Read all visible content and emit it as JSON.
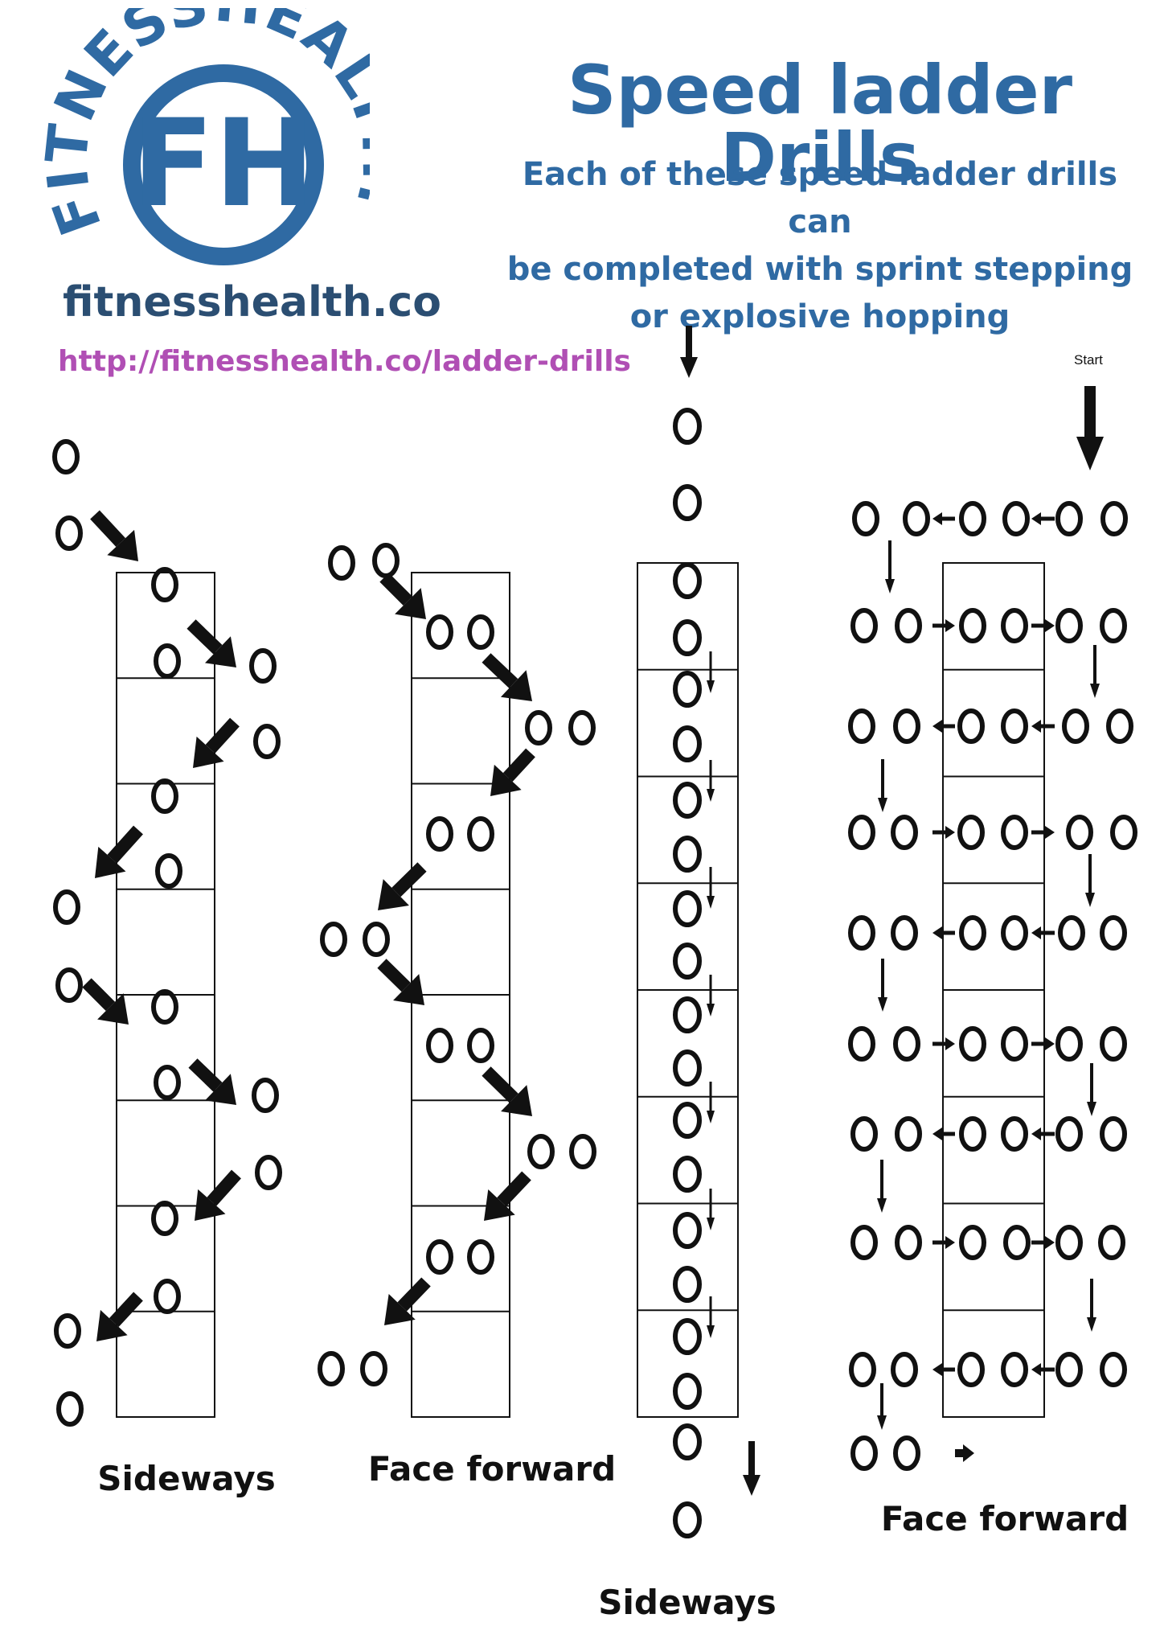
{
  "logo": {
    "ring_text": "FITNESSHEALTH.CO",
    "monogram": "FH"
  },
  "header": {
    "title": "Speed ladder Drills",
    "subtitle_lines": [
      "Each of these speed ladder drills can",
      "be completed with sprint stepping",
      "or explosive hopping"
    ],
    "site": "fitnesshealth.co",
    "url": "http://fitnesshealth.co/ladder-drills"
  },
  "drills": [
    {
      "caption": "Sideways"
    },
    {
      "caption": "Face forward"
    },
    {
      "caption": "Sideways"
    },
    {
      "caption": "Face forward",
      "start_label": "Start"
    }
  ],
  "colors": {
    "brand_blue": "#2f6aa3",
    "site_navy": "#2b4e72",
    "url_purple": "#b04fb4",
    "ink": "#111111"
  }
}
